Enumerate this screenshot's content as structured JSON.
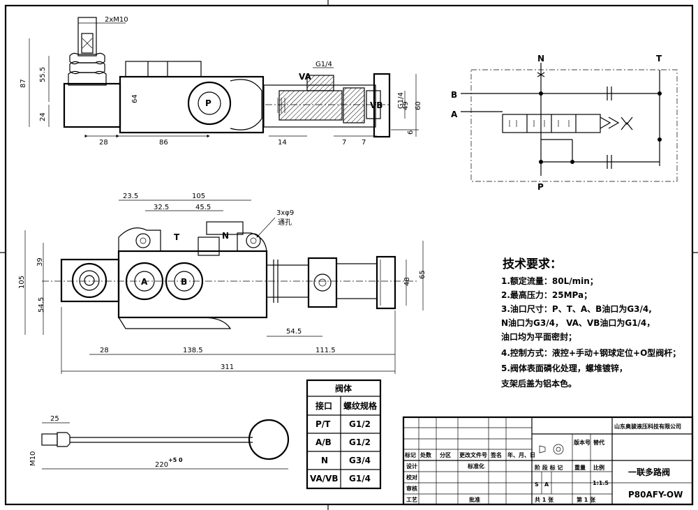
{
  "dimensions": {
    "top_view": {
      "thread": "2xM10",
      "h87": "87",
      "h55_5": "55.5",
      "h24": "24",
      "h64": "64",
      "w28": "28",
      "w86": "86",
      "w14": "14",
      "w7a": "7",
      "w7b": "7",
      "h49": "49",
      "h60": "60",
      "h6": "6"
    },
    "front_view": {
      "w23_5": "23.5",
      "w105": "105",
      "w32_5": "32.5",
      "w45_5": "45.5",
      "holes": "3xφ9",
      "holes_note": "通孔",
      "h39": "39",
      "h105": "105",
      "h54_5": "54.5",
      "w54_5": "54.5",
      "h48": "48",
      "h65": "65",
      "w28": "28",
      "w138_5": "138.5",
      "w111_5": "111.5",
      "w311": "311"
    },
    "lever": {
      "w25": "25",
      "thread": "M10",
      "length": "220",
      "tol": "+5\n0"
    }
  },
  "labels": {
    "port_p": "P",
    "port_a": "A",
    "port_b": "B",
    "port_t": "T",
    "port_n": "N",
    "port_va": "VA",
    "port_vb": "VB",
    "g14_top": "G1/4",
    "g14_side": "G1/4"
  },
  "schematic": {
    "n": "N",
    "t": "T",
    "b": "B",
    "a": "A",
    "p": "P"
  },
  "requirements": {
    "title": "技术要求：",
    "lines": [
      "1.额定流量：80L/min；",
      "2.最高压力：25MPa；",
      "3.油口尺寸：P、T、A、B油口为G3/4,",
      "  N油口为G3/4， VA、VB油口为G1/4，",
      "  油口均为平面密封；",
      "4.控制方式：液控+手动+钢球定位+O型阀杆；",
      "5.阀体表面磷化处理，螺堆镀锌，",
      "  支架后盖为铝本色。"
    ]
  },
  "port_table": {
    "title": "阀体",
    "headers": [
      "接口",
      "螺纹规格"
    ],
    "rows": [
      [
        "P/T",
        "G1/2"
      ],
      [
        "A/B",
        "G1/2"
      ],
      [
        "N",
        "G3/4"
      ],
      [
        "VA/VB",
        "G1/4"
      ]
    ]
  },
  "title_block": {
    "company": "山东奥骏液压科技有限公司",
    "product": "一联多路阀",
    "code": "P80AFY-OW",
    "rev_headers": [
      "标记",
      "处数",
      "分区",
      "更改文件号",
      "签名",
      "年、月、日"
    ],
    "design": "设计",
    "std": "标准化",
    "check": "校对",
    "review": "审核",
    "process": "工艺",
    "approve": "批准",
    "stage_mark": "阶 段 标 记",
    "weight": "重量",
    "scale_label": "比例",
    "scale": "1:1.5",
    "stage_s": "S",
    "stage_a": "A",
    "sheets_total": "共 1 张",
    "sheet_no": "第 1 张",
    "version_no": "版本号",
    "replace": "替代"
  }
}
